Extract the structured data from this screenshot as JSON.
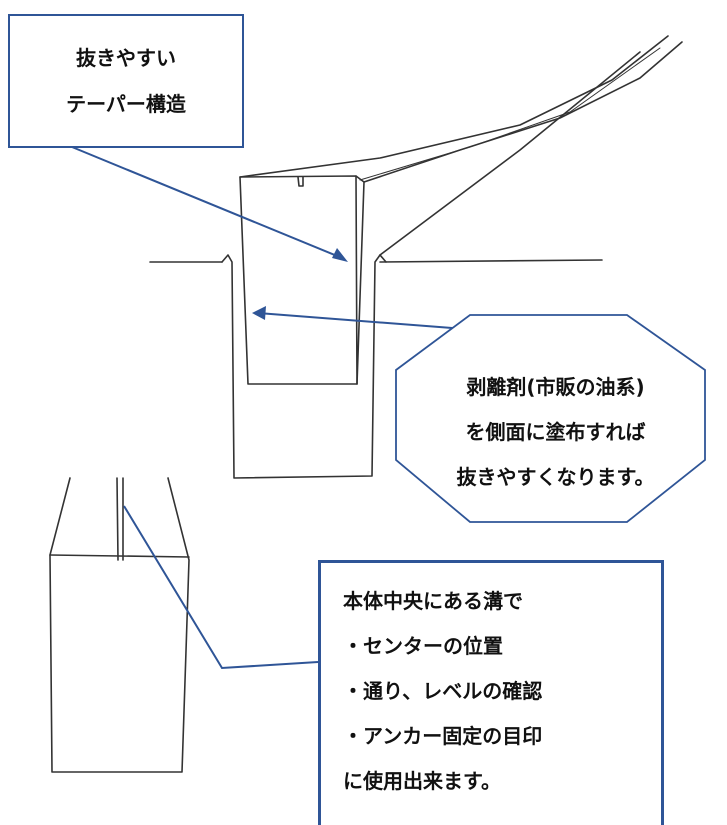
{
  "colors": {
    "callout_border": "#2f5597",
    "arrow": "#2f5597",
    "sketch_line": "#333333",
    "text": "#111111"
  },
  "callout_taper": {
    "lines": [
      "抜きやすい",
      "テーパー構造"
    ]
  },
  "callout_release": {
    "lines": [
      "剥離剤(市販の油系)",
      "を側面に塗布すれば",
      "抜きやすくなります。"
    ]
  },
  "callout_groove": {
    "lines": [
      "本体中央にある溝で",
      "・センターの位置",
      "・通り、レベルの確認",
      "・アンカー固定の目印",
      "に使用出来ます。"
    ]
  }
}
